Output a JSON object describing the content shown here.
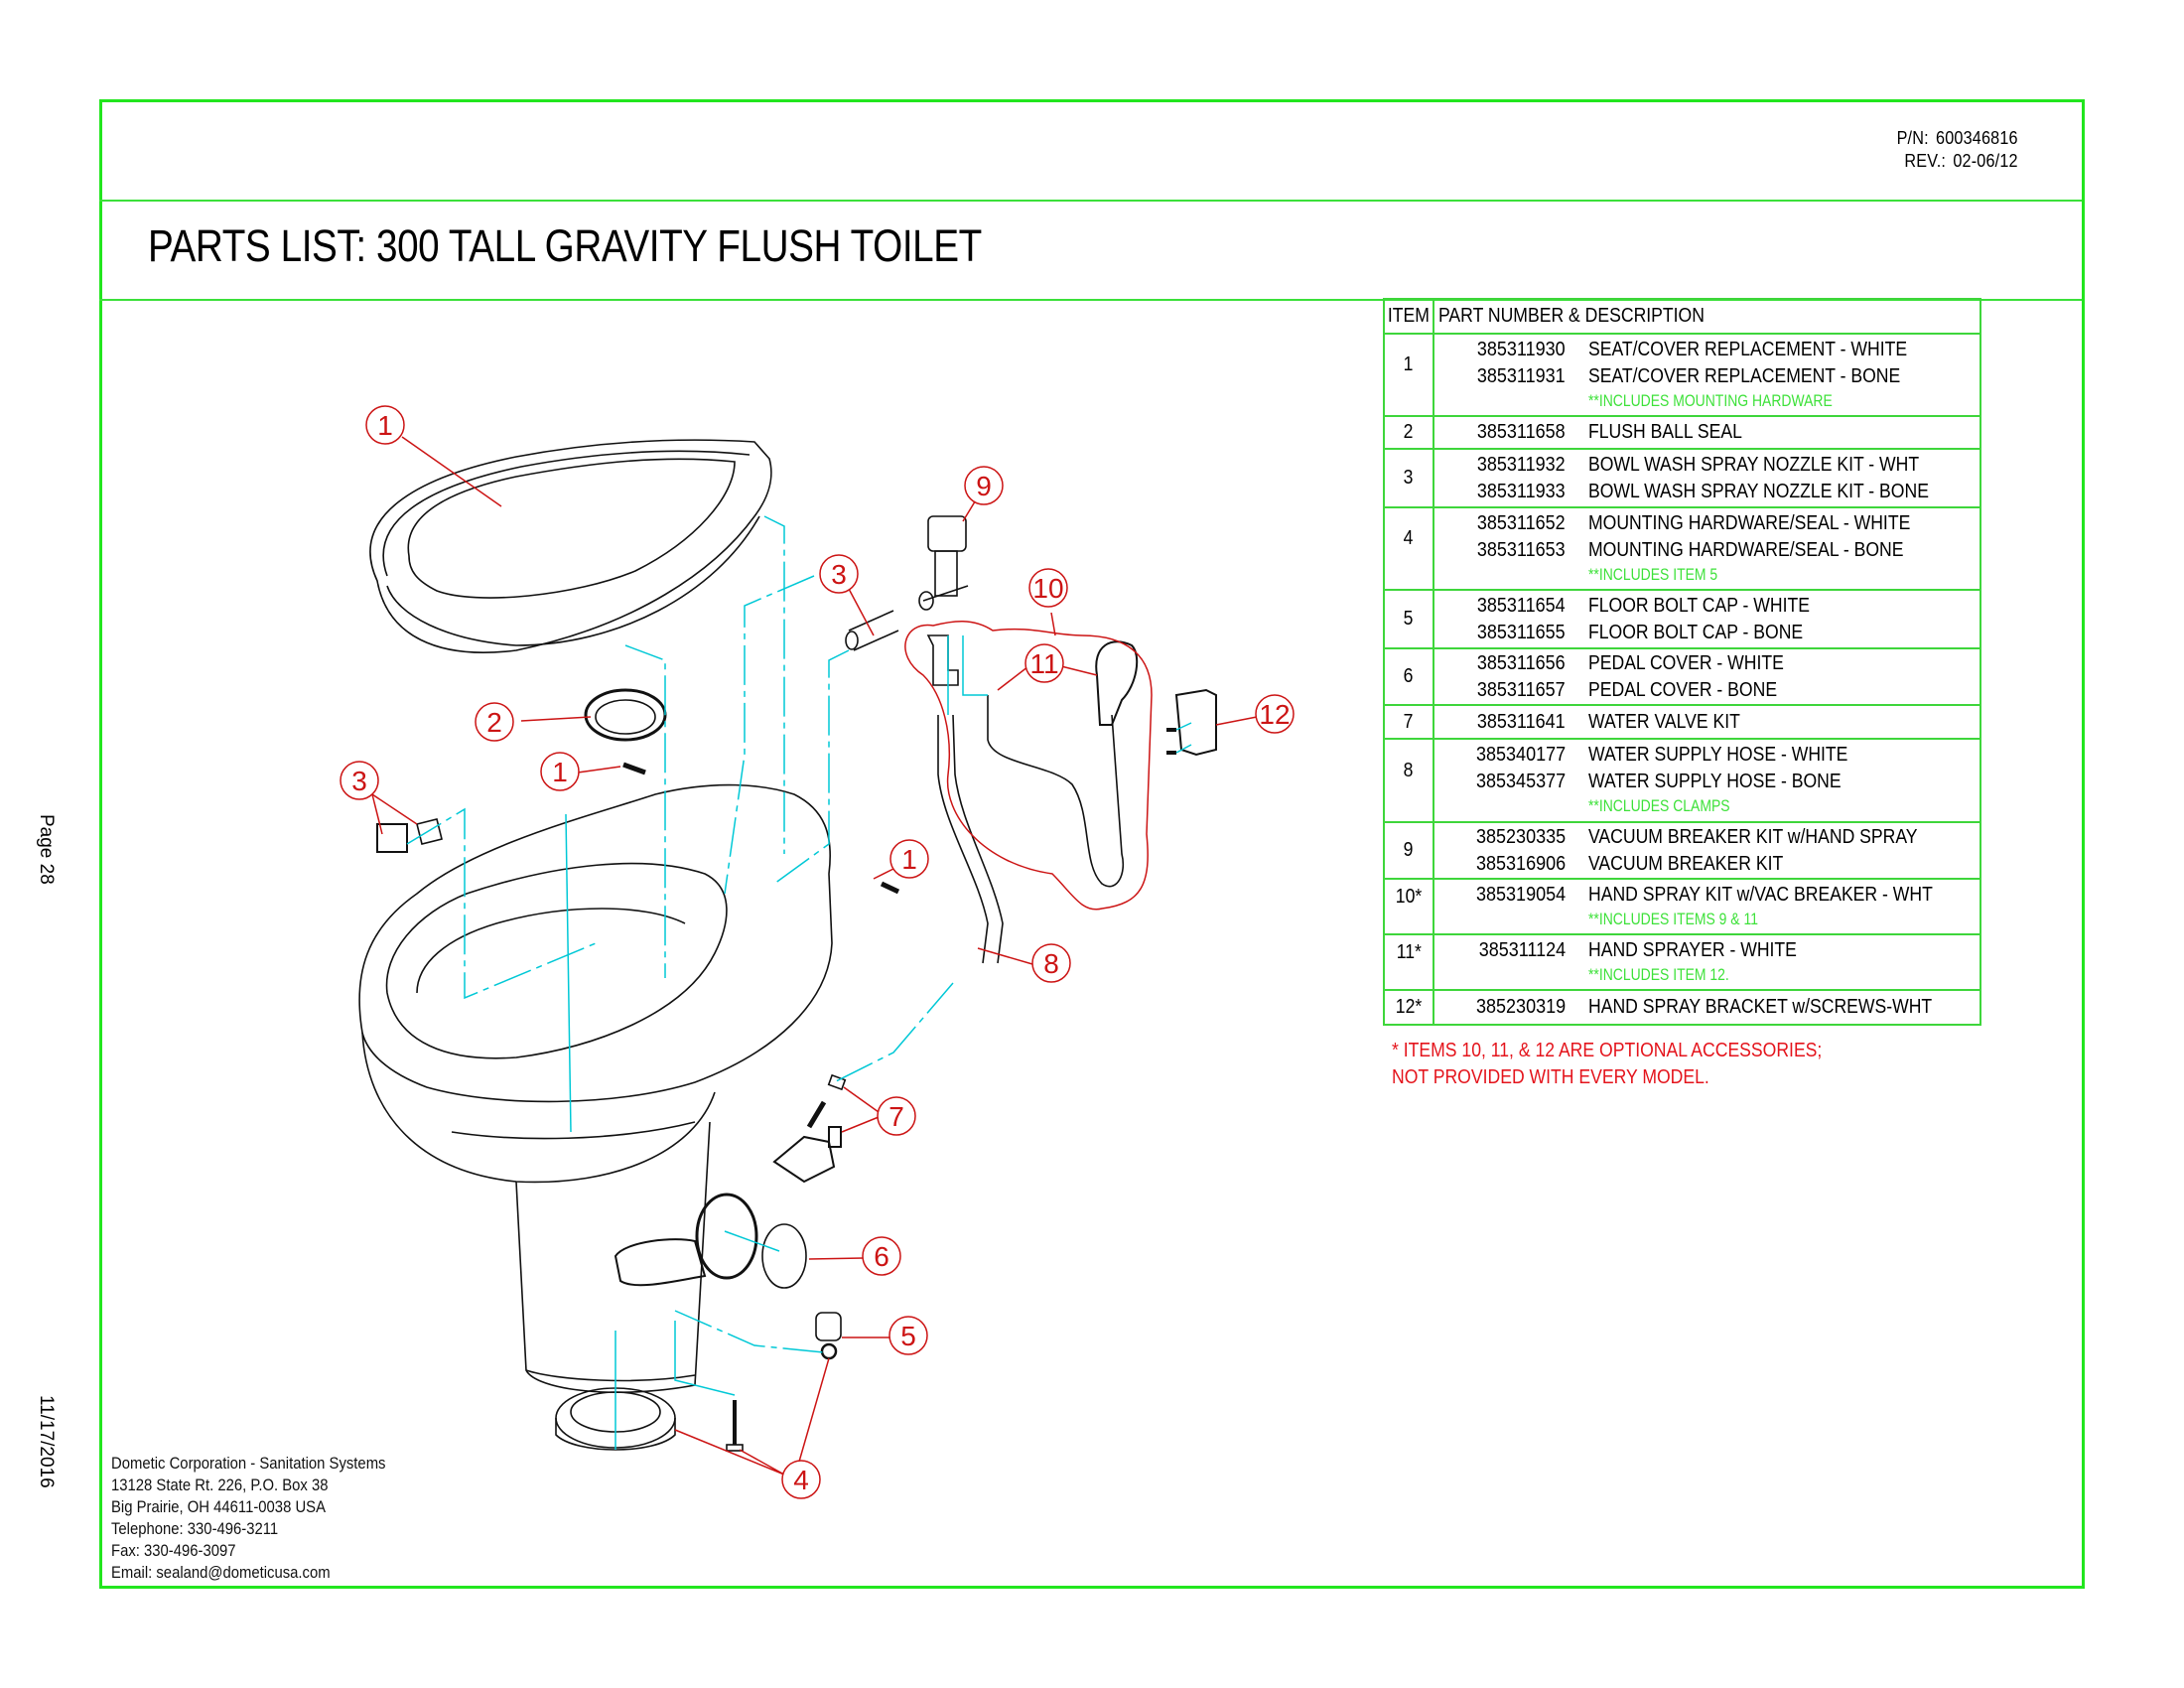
{
  "header": {
    "pn_label": "P/N:",
    "pn_value": "600346816",
    "rev_label": "REV.:",
    "rev_value": "02-06/12",
    "title": "PARTS LIST:  300 TALL GRAVITY FLUSH TOILET"
  },
  "side": {
    "page": "Page 28",
    "date": "11/17/2016"
  },
  "table": {
    "col_item": "ITEM",
    "col_desc": "PART NUMBER & DESCRIPTION",
    "rows": [
      {
        "item": "1",
        "lines": [
          {
            "part": "385311930",
            "desc": "SEAT/COVER REPLACEMENT - WHITE"
          },
          {
            "part": "385311931",
            "desc": "SEAT/COVER REPLACEMENT - BONE"
          }
        ],
        "note": "**INCLUDES MOUNTING HARDWARE"
      },
      {
        "item": "2",
        "lines": [
          {
            "part": "385311658",
            "desc": "FLUSH BALL SEAL"
          }
        ]
      },
      {
        "item": "3",
        "lines": [
          {
            "part": "385311932",
            "desc": "BOWL WASH SPRAY NOZZLE KIT - WHT"
          },
          {
            "part": "385311933",
            "desc": "BOWL WASH SPRAY NOZZLE KIT - BONE"
          }
        ]
      },
      {
        "item": "4",
        "lines": [
          {
            "part": "385311652",
            "desc": "MOUNTING HARDWARE/SEAL - WHITE"
          },
          {
            "part": "385311653",
            "desc": "MOUNTING HARDWARE/SEAL - BONE"
          }
        ],
        "note": "**INCLUDES ITEM 5"
      },
      {
        "item": "5",
        "lines": [
          {
            "part": "385311654",
            "desc": "FLOOR BOLT CAP - WHITE"
          },
          {
            "part": "385311655",
            "desc": "FLOOR BOLT CAP - BONE"
          }
        ]
      },
      {
        "item": "6",
        "lines": [
          {
            "part": "385311656",
            "desc": "PEDAL COVER - WHITE"
          },
          {
            "part": "385311657",
            "desc": "PEDAL COVER - BONE"
          }
        ]
      },
      {
        "item": "7",
        "lines": [
          {
            "part": "385311641",
            "desc": "WATER VALVE KIT"
          }
        ]
      },
      {
        "item": "8",
        "lines": [
          {
            "part": "385340177",
            "desc": "WATER SUPPLY HOSE - WHITE"
          },
          {
            "part": "385345377",
            "desc": "WATER SUPPLY HOSE - BONE"
          }
        ],
        "note": "**INCLUDES CLAMPS"
      },
      {
        "item": "9",
        "lines": [
          {
            "part": "385230335",
            "desc": "VACUUM BREAKER KIT w/HAND SPRAY"
          },
          {
            "part": "385316906",
            "desc": "VACUUM BREAKER KIT"
          }
        ]
      },
      {
        "item": "10*",
        "lines": [
          {
            "part": "385319054",
            "desc": "HAND SPRAY KIT w/VAC BREAKER - WHT"
          }
        ],
        "note": "**INCLUDES ITEMS 9 & 11"
      },
      {
        "item": "11*",
        "lines": [
          {
            "part": "385311124",
            "desc": "HAND SPRAYER - WHITE"
          }
        ],
        "note": "**INCLUDES ITEM 12."
      },
      {
        "item": "12*",
        "lines": [
          {
            "part": "385230319",
            "desc": "HAND SPRAY BRACKET w/SCREWS-WHT"
          }
        ]
      }
    ]
  },
  "footnote": {
    "line1": "* ITEMS 10, 11, & 12 ARE OPTIONAL ACCESSORIES;",
    "line2": "NOT PROVIDED WITH EVERY MODEL."
  },
  "address": {
    "line1": "Dometic Corporation - Sanitation Systems",
    "line2": "13128 State Rt. 226, P.O. Box 38",
    "line3": "Big Prairie, OH 44611-0038 USA",
    "line4": "Telephone: 330-496-3211",
    "line5": "Fax: 330-496-3097",
    "line6": "Email: sealand@dometicusa.com"
  },
  "diagram": {
    "callouts": [
      "1",
      "2",
      "3",
      "1",
      "1",
      "3",
      "9",
      "10",
      "11",
      "12",
      "8",
      "7",
      "6",
      "5",
      "4"
    ]
  },
  "colors": {
    "frame": "#22e61e",
    "callout": "#cc1414",
    "leader": "#00c8d6",
    "note": "#3ee13a",
    "footnote": "#e4141c"
  }
}
